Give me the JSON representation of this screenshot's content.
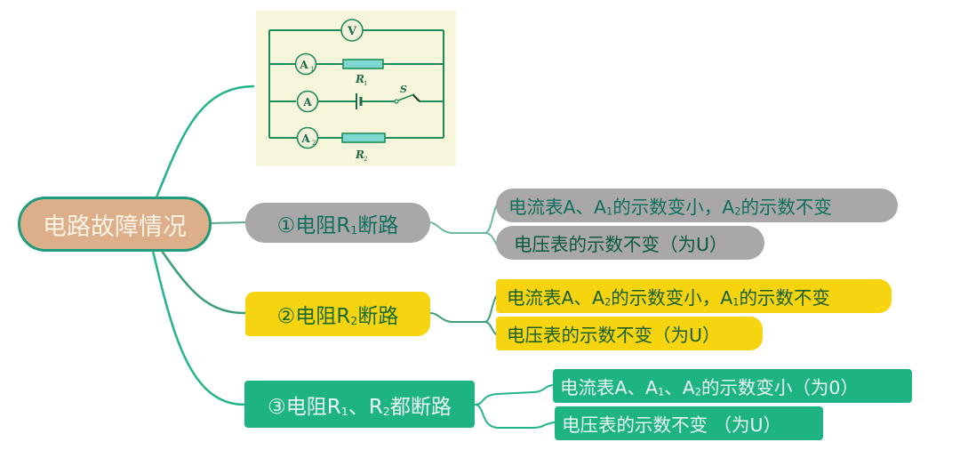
{
  "root": {
    "label": "电路故障情况",
    "fill": "#DCAE8A",
    "border": "#1E9C7C",
    "text_color": "#FBF3E4"
  },
  "circuit": {
    "background": "#F7F5DA",
    "wire_color": "#1E8C5A",
    "resistor_fill": "#7FD8CF",
    "meter_fill": "#F4F2DC",
    "meters": [
      "V",
      "A1",
      "A",
      "A2"
    ],
    "resistors": [
      "R1",
      "R2"
    ],
    "switch_label": "S",
    "labels": {
      "V": "V",
      "A1_main": "A",
      "A1_sub": "1",
      "A": "A",
      "A2_main": "A",
      "A2_sub": "2",
      "R1_main": "R",
      "R1_sub": "1",
      "R2_main": "R",
      "R2_sub": "2",
      "S": "S"
    }
  },
  "branches": [
    {
      "id": "b1",
      "color": "#A9A7A7",
      "label_prefix": "①电阻R",
      "label_sub": "1",
      "label_suffix": "断路",
      "children": [
        {
          "parts": [
            "电流表A、A",
            "1",
            "的示数变小，A",
            "2",
            "的示数不变"
          ]
        },
        {
          "text": "电压表的示数不变（为U）"
        }
      ]
    },
    {
      "id": "b2",
      "color": "#F6D410",
      "label_prefix": "②电阻R",
      "label_sub": "2",
      "label_suffix": "断路",
      "children": [
        {
          "parts": [
            "电流表A、A",
            "2",
            "的示数变小，A",
            "1",
            "的示数不变"
          ]
        },
        {
          "text": "电压表的示数不变（为U）"
        }
      ]
    },
    {
      "id": "b3",
      "color": "#1DB383",
      "label_parts": [
        "③电阻R",
        "1",
        "、R",
        "2",
        "都断路"
      ],
      "children": [
        {
          "parts": [
            "电流表A、A",
            "1",
            "、A",
            "2",
            "的示数变小（为0）"
          ]
        },
        {
          "text": "电压表的示数不变 （为U）"
        }
      ]
    }
  ],
  "connector_color": "#1FB48A"
}
